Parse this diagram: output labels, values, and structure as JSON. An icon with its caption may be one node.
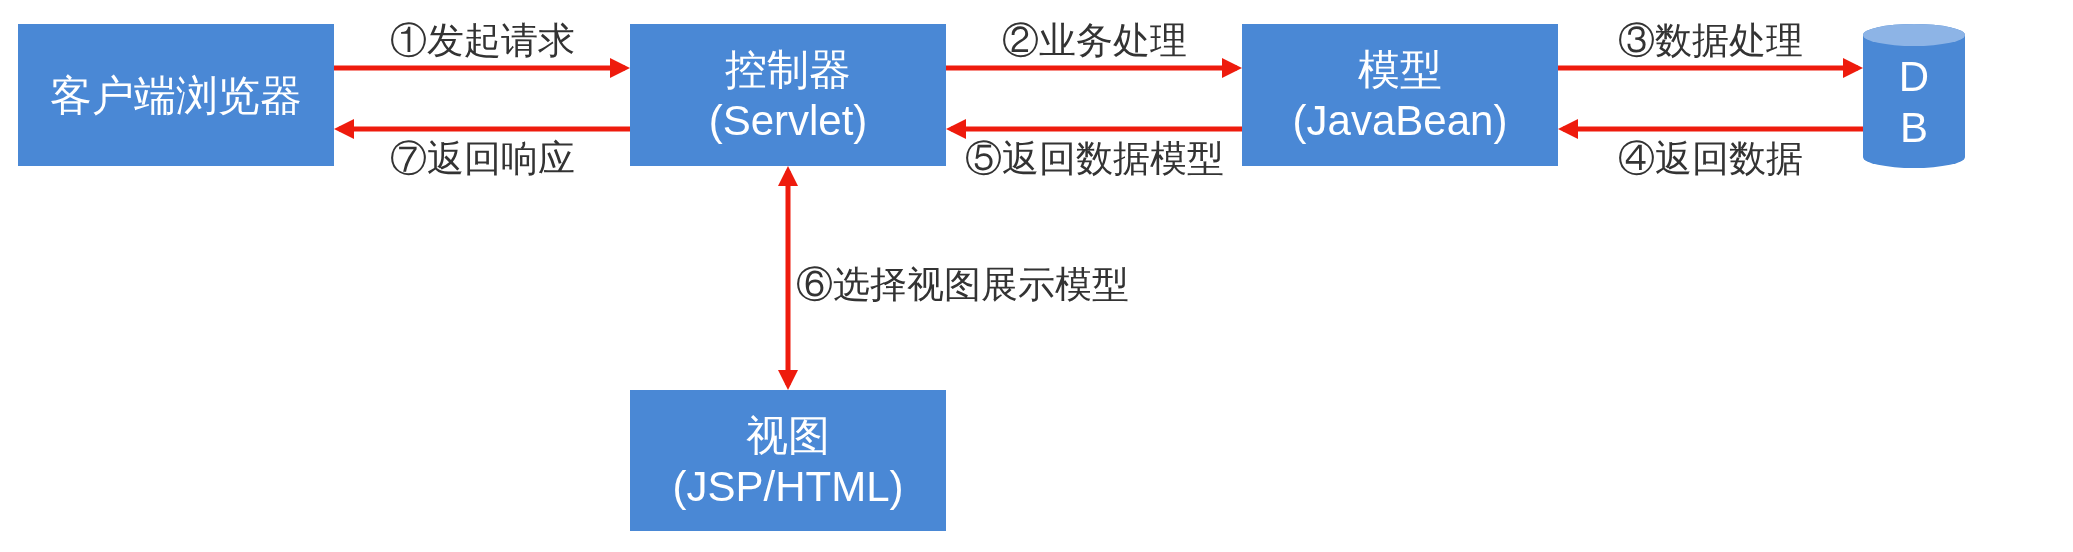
{
  "diagram": {
    "nodes": [
      {
        "text": [
          "客户端浏览器"
        ]
      },
      {
        "text": [
          "控制器",
          "(Servlet)"
        ]
      },
      {
        "text": [
          "模型",
          "(JavaBean)"
        ]
      },
      {
        "text": [
          "DB"
        ]
      },
      {
        "text": [
          "视图",
          "(JSP/HTML)"
        ]
      }
    ],
    "edges": [
      {
        "from": 0,
        "to": 1,
        "arrow": "to",
        "label": "①发起请求"
      },
      {
        "from": 1,
        "to": 2,
        "arrow": "to",
        "label": "②业务处理"
      },
      {
        "from": 2,
        "to": 3,
        "arrow": "to",
        "label": "③数据处理"
      },
      {
        "from": 3,
        "to": 2,
        "arrow": "to",
        "label": "④返回数据"
      },
      {
        "from": 2,
        "to": 1,
        "arrow": "to",
        "label": "⑤返回数据模型"
      },
      {
        "from": 1,
        "to": 4,
        "arrow": "both",
        "label": "⑥选择视图展示模型"
      },
      {
        "from": 1,
        "to": 0,
        "arrow": "to",
        "label": "⑦返回响应"
      }
    ]
  }
}
